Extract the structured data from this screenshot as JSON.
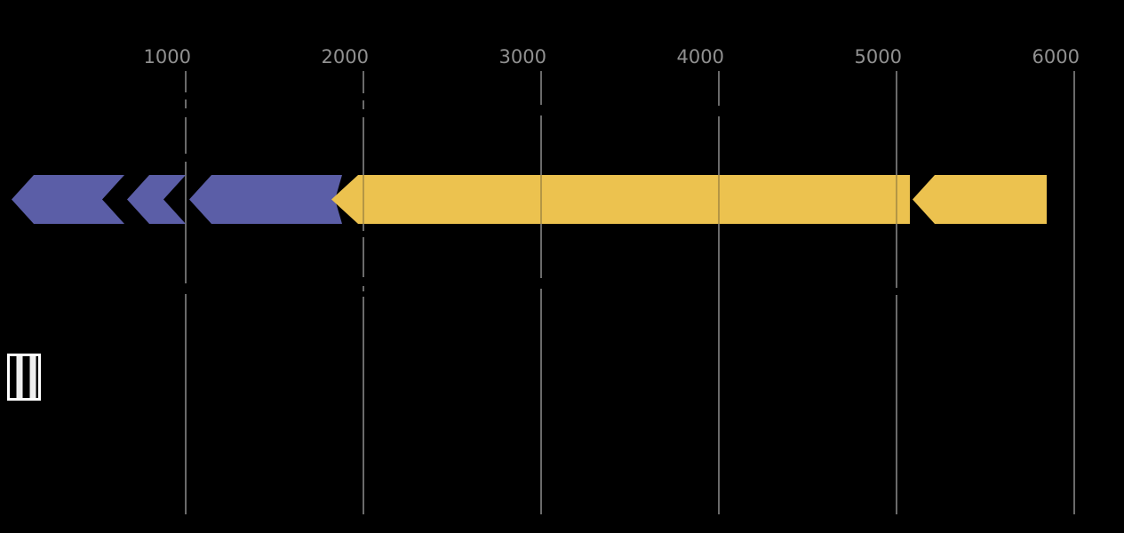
{
  "diagram": {
    "title": "",
    "background_color": "#000000",
    "ruler": {
      "ticks": [
        "1000",
        "2000",
        "3000",
        "4000",
        "5000",
        "6000"
      ],
      "tick_values": [
        1000,
        2000,
        3000,
        4000,
        5000,
        6000
      ],
      "label_color": "#909090",
      "gridline_color": "#7d7d7d",
      "unit_start": 0,
      "unit_end": 6280
    },
    "genes": [
      {
        "start": 20,
        "end": 655,
        "strand": "reverse",
        "color": "#5B5EA7"
      },
      {
        "start": 670,
        "end": 1000,
        "strand": "reverse",
        "color": "#5B5EA7"
      },
      {
        "start": 1020,
        "end": 1880,
        "strand": "reverse",
        "color": "#5B5EA7"
      },
      {
        "start": 1820,
        "end": 5075,
        "strand": "reverse",
        "color": "#ECC24F"
      },
      {
        "start": 5090,
        "end": 5845,
        "strand": "reverse",
        "color": "#ECC24F"
      }
    ],
    "gene_track_colors": {
      "purple_group": "#5B5EA7",
      "yellow_group": "#ECC24F"
    },
    "marker": {
      "border_color": "#ffffff",
      "fill_color": "#000000",
      "stripe_color": "#efefef"
    }
  }
}
